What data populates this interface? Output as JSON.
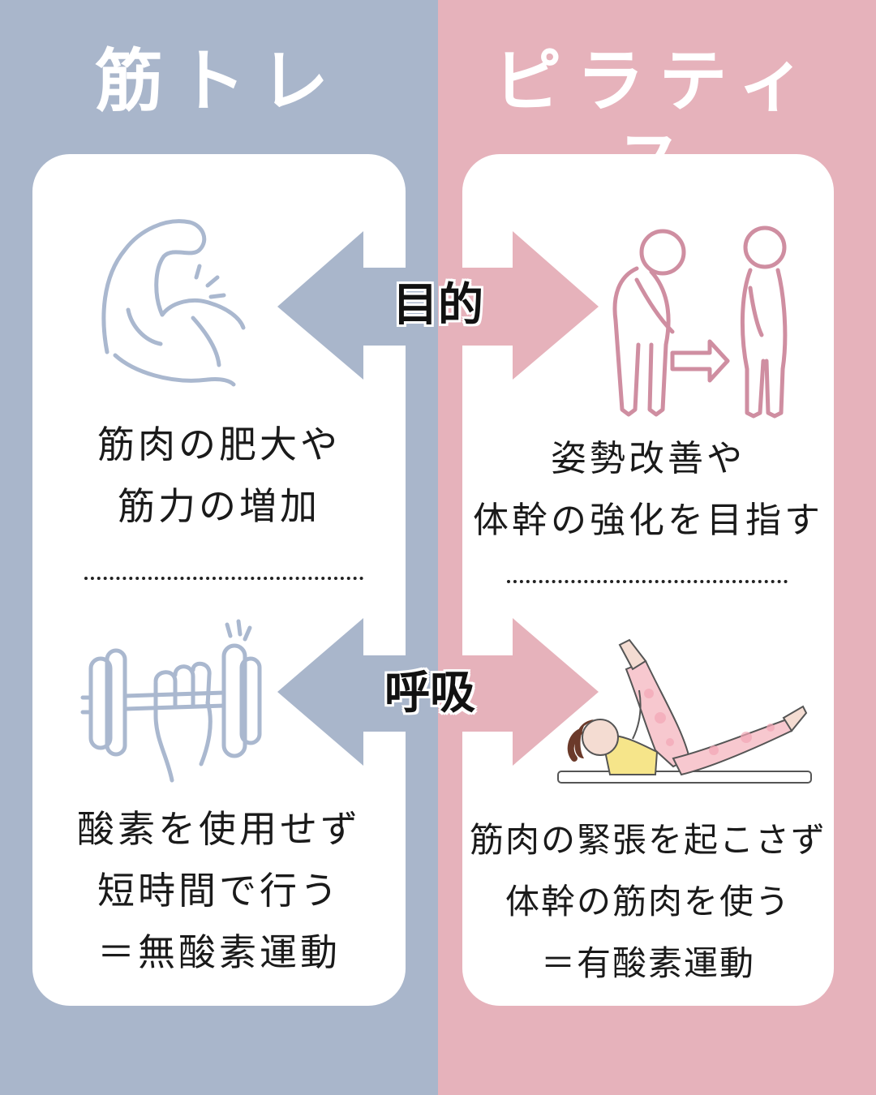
{
  "colors": {
    "left_bg": "#a9b6cb",
    "right_bg": "#e6b2bb",
    "left_line": "#aab8cf",
    "right_line": "#cf8ea1"
  },
  "left": {
    "title": "筋トレ",
    "purpose": [
      "筋肉の肥大や",
      "筋力の増加"
    ],
    "breathing": [
      "酸素を使用せず",
      "短時間で行う",
      "＝無酸素運動"
    ]
  },
  "right": {
    "title": "ピラティス",
    "purpose": [
      "姿勢改善や",
      "体幹の強化を目指す"
    ],
    "breathing": [
      "筋肉の緊張を起こさず",
      "体幹の筋肉を使う",
      "＝有酸素運動"
    ]
  },
  "labels": {
    "purpose": "目的",
    "breathing": "呼吸"
  },
  "icons": {
    "left_top": "flexed-bicep-icon",
    "left_bottom": "dumbbell-hand-icon",
    "right_top": "posture-improvement-icon",
    "right_bottom": "pilates-woman-illustration"
  }
}
